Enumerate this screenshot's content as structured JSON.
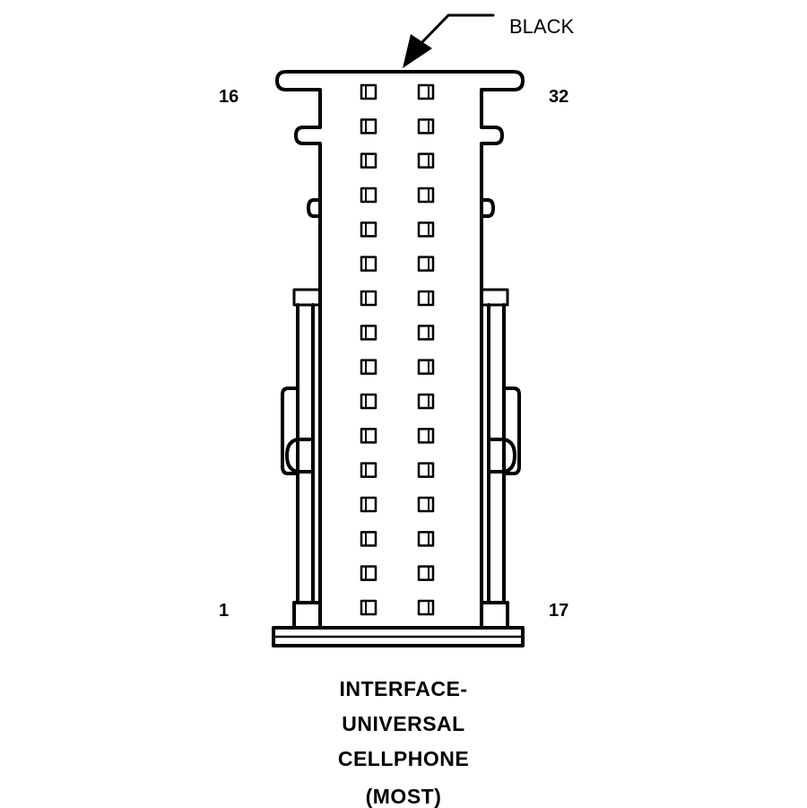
{
  "color_label": "BLACK",
  "pin_labels": {
    "top_left": "16",
    "top_right": "32",
    "bottom_left": "1",
    "bottom_right": "17"
  },
  "caption": {
    "line1": "INTERFACE-",
    "line2": "UNIVERSAL",
    "line3": "CELLPHONE",
    "line4": "(MOST)"
  },
  "connector": {
    "rows": 16,
    "columns": 2,
    "pin_count": 32
  },
  "colors": {
    "line": "#000000",
    "background": "#ffffff"
  }
}
